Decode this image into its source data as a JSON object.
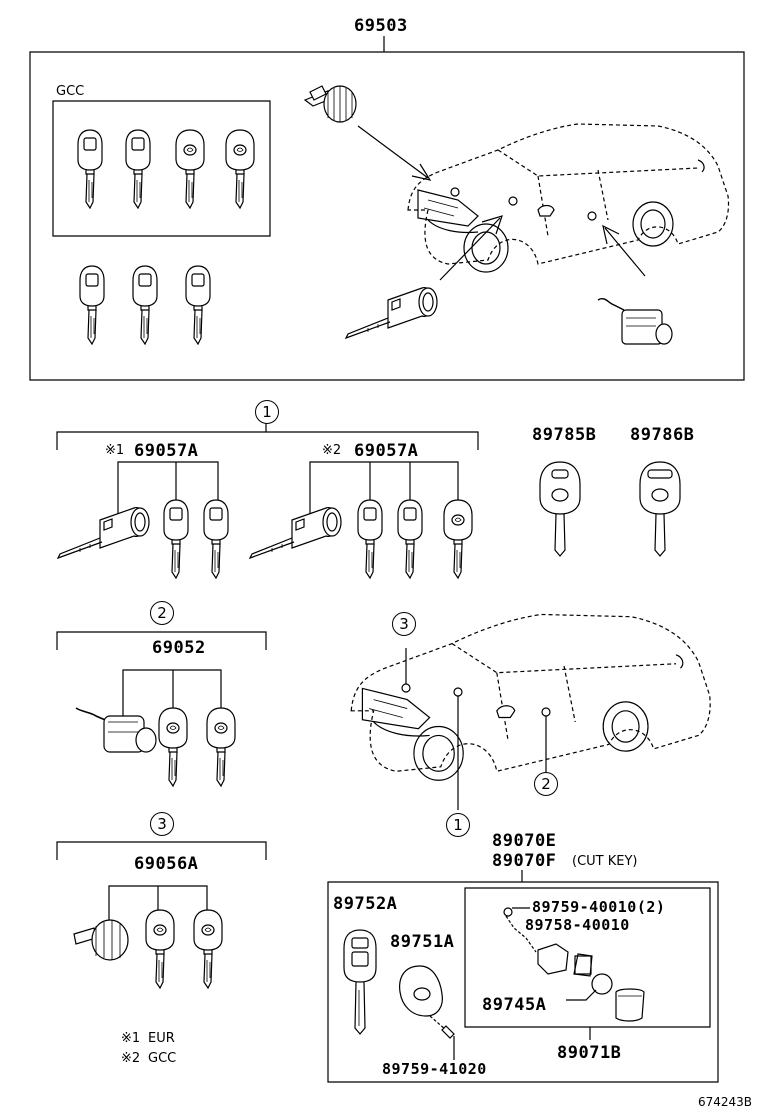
{
  "top_assembly": {
    "part_number": "69503",
    "gcc_label": "GCC"
  },
  "sets": [
    {
      "callout": "1",
      "variants": [
        {
          "mark": "※1",
          "part_number": "69057A"
        },
        {
          "mark": "※2",
          "part_number": "69057A"
        }
      ]
    },
    {
      "callout": "2",
      "part_number": "69052"
    },
    {
      "callout": "3",
      "part_number": "69056A"
    }
  ],
  "keys": {
    "left": "89785B",
    "right": "89786B"
  },
  "car_callouts": {
    "a": "3",
    "b": "2",
    "c": "1"
  },
  "transmitter": {
    "header_1": "89070E",
    "header_2": "89070F",
    "header_2_note": "(CUT KEY)",
    "key_blank": "89752A",
    "cover": "89751A",
    "screw_1": "89759-40010(2)",
    "case": "89758-40010",
    "battery": "89745A",
    "screw_2": "89759-41020",
    "sub_assy": "89071B"
  },
  "notes": [
    {
      "mark": "※1",
      "text": "EUR"
    },
    {
      "mark": "※2",
      "text": "GCC"
    }
  ],
  "figure_id": "674243B",
  "accent_color": "#000000"
}
